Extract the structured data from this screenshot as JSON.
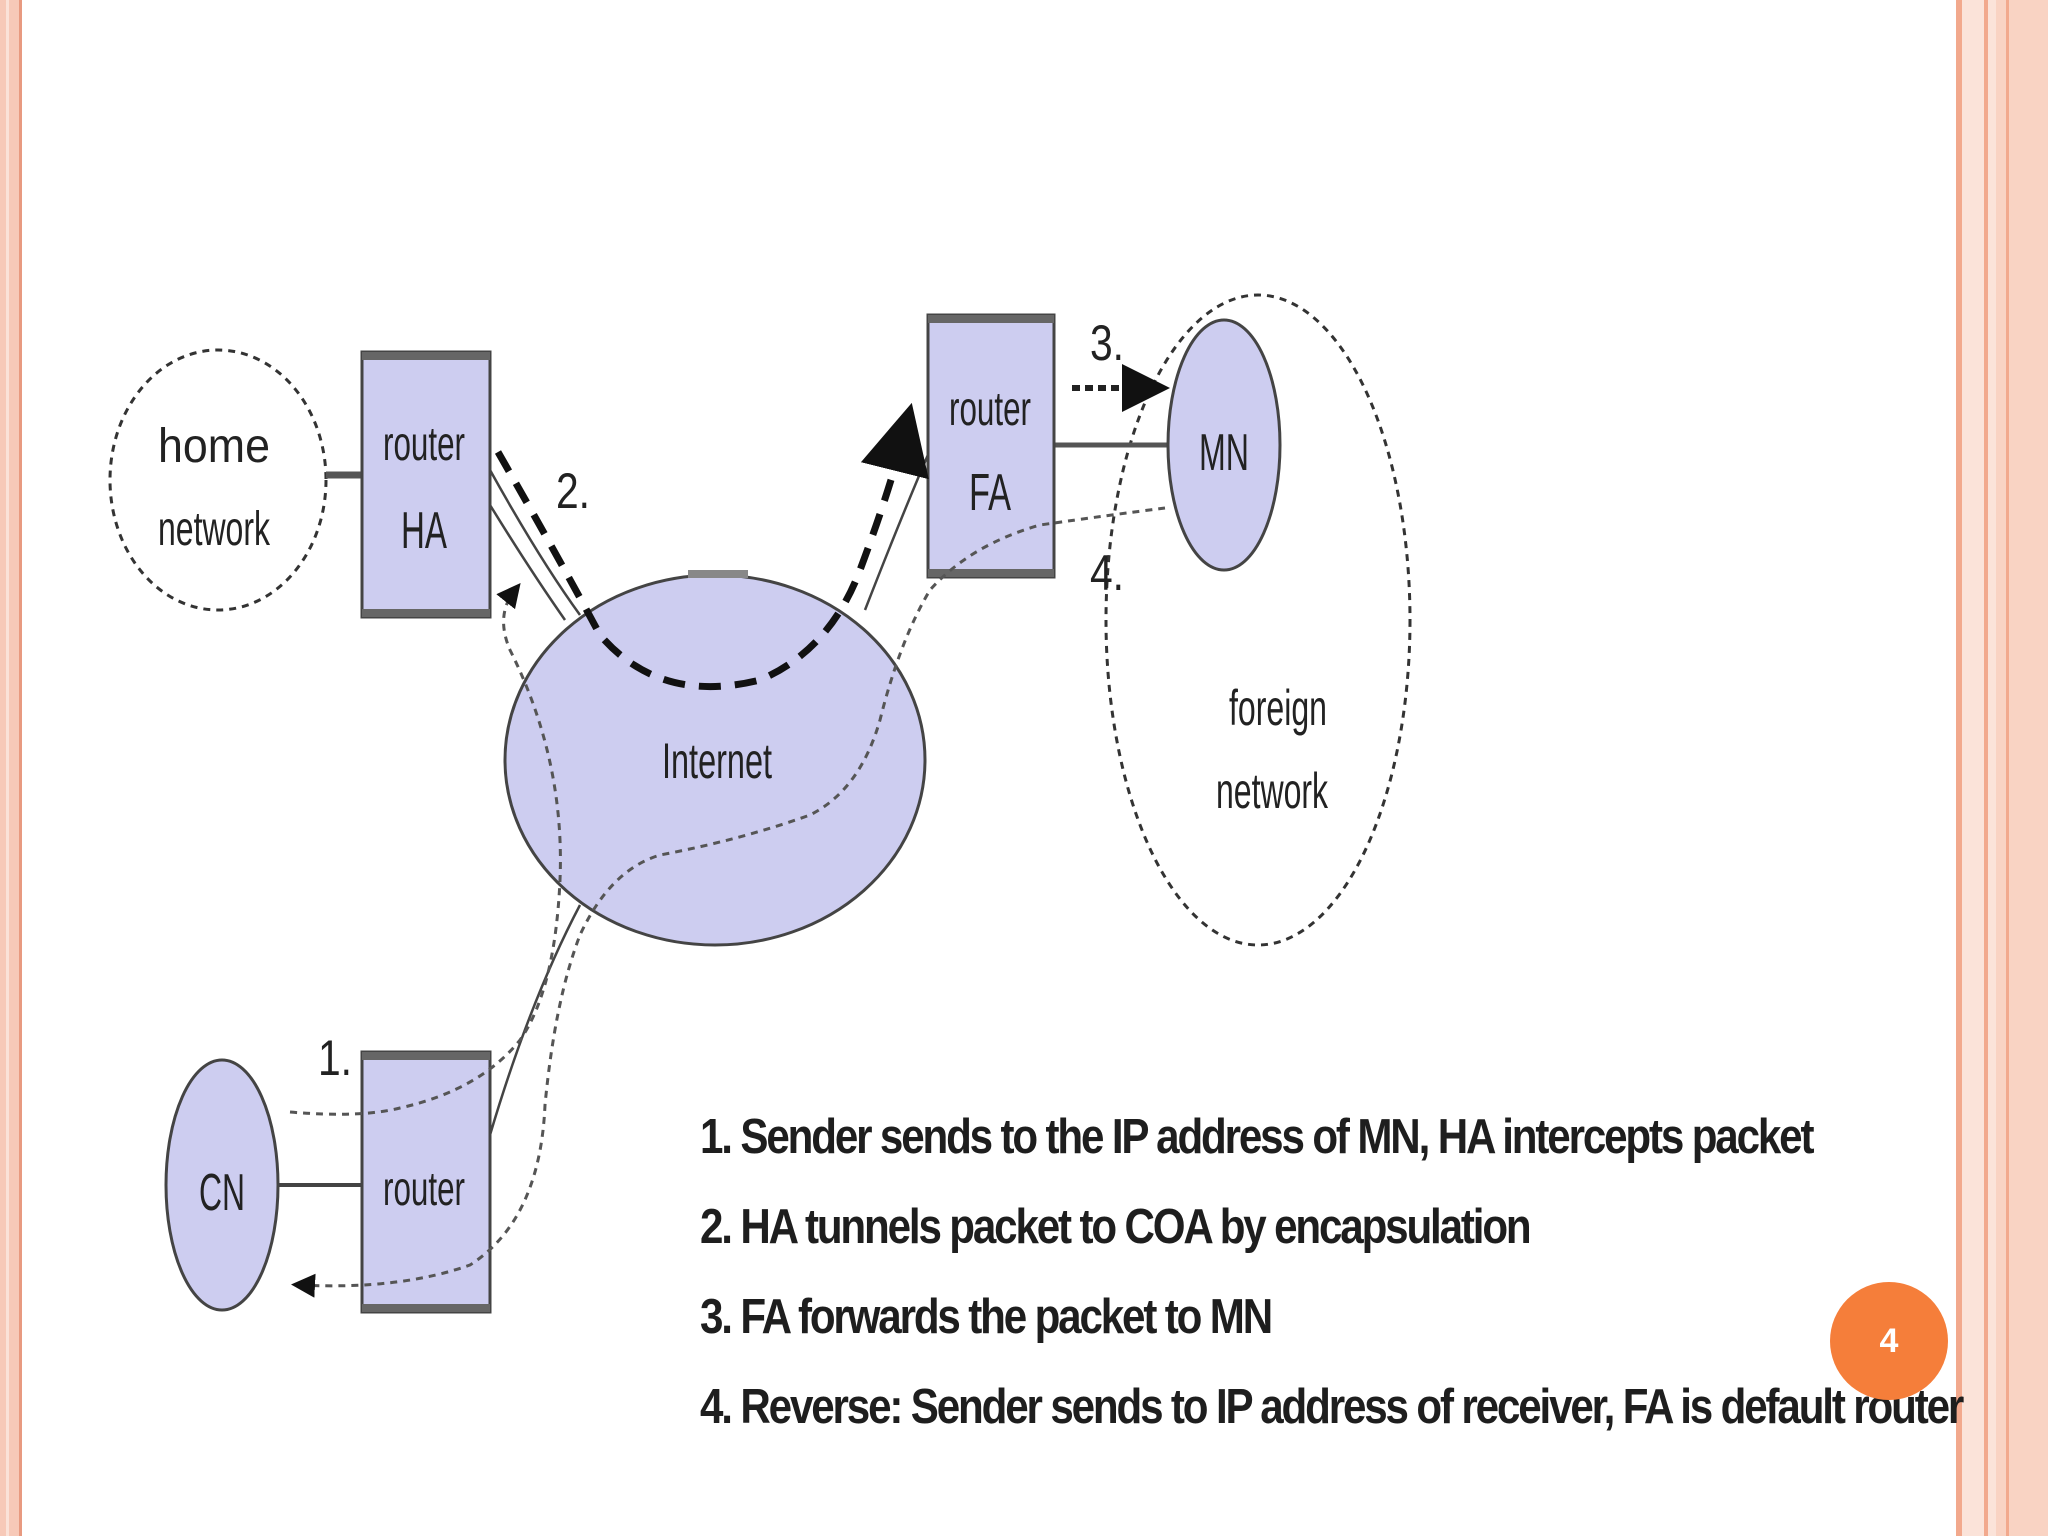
{
  "diagram": {
    "nodes": {
      "home_network": [
        "home",
        "network"
      ],
      "router_ha": [
        "router",
        "HA"
      ],
      "router_fa": [
        "router",
        "FA"
      ],
      "mn": "MN",
      "internet": "Internet",
      "foreign_network": [
        "foreign",
        "network"
      ],
      "cn": "CN",
      "router": "router"
    },
    "step_markers": [
      "1.",
      "2.",
      "3.",
      "4."
    ]
  },
  "steps": [
    "1. Sender sends to the IP address of MN, HA intercepts packet",
    "2. HA tunnels packet to COA by encapsulation",
    "3. FA forwards the packet to MN",
    "4. Reverse: Sender sends to IP address of receiver, FA is default router"
  ],
  "page_number": "4",
  "colors": {
    "node_fill": "#cdcdf0",
    "stroke": "#444444",
    "badge": "#f57e3a",
    "border": "#f7c9b8"
  }
}
